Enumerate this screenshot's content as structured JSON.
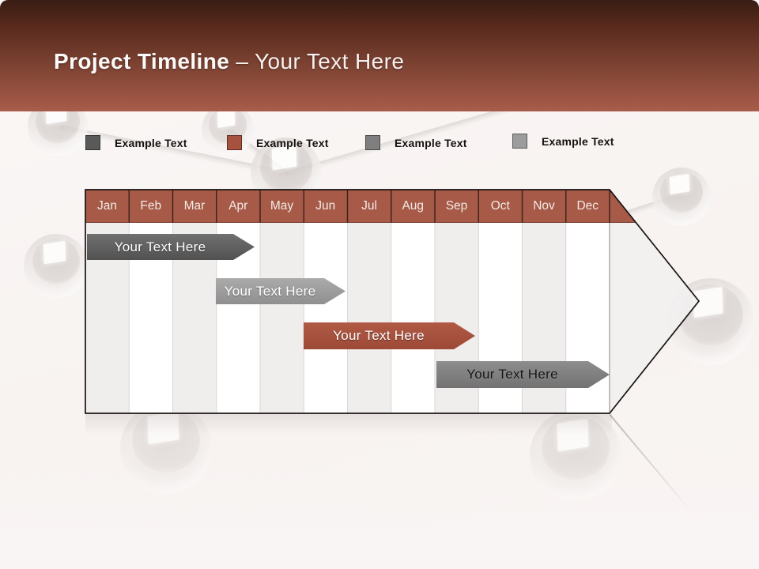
{
  "slide": {
    "title": {
      "bold": "Project Timeline",
      "separator": "–",
      "light": "Your Text Here"
    },
    "header_gradient": [
      "#381c13",
      "#a95c4a"
    ],
    "background_color": "#f8f3f1"
  },
  "legend": {
    "items": [
      {
        "label": "Example Text",
        "color": "#595959"
      },
      {
        "label": "Example Text",
        "color": "#a6523f"
      },
      {
        "label": "Example Text",
        "color": "#7f7f7f"
      },
      {
        "label": "Example Text",
        "color": "#9c9c9c"
      }
    ]
  },
  "chart_data": {
    "type": "bar",
    "subtype": "gantt-timeline-arrow",
    "title": "Project Timeline – Your Text Here",
    "months": [
      "Jan",
      "Feb",
      "Mar",
      "Apr",
      "May",
      "Jun",
      "Jul",
      "Aug",
      "Sep",
      "Oct",
      "Nov",
      "Dec"
    ],
    "header_color": "#a65a47",
    "column_stripe_colors": [
      "#efecec",
      "#ffffff"
    ],
    "arrow_outline_color": "#1a1a1a",
    "bars": [
      {
        "label": "Your Text Here",
        "row": 1,
        "start_month": "Jan",
        "end_month": "Mar",
        "color": "#595959",
        "text_color": "#ffffff"
      },
      {
        "label": "Your Text Here",
        "row": 2,
        "start_month": "Apr",
        "end_month": "Jun",
        "color": "#9c9c9c",
        "text_color": "#ffffff"
      },
      {
        "label": "Your Text Here",
        "row": 3,
        "start_month": "Jun",
        "end_month": "Aug",
        "color": "#a6523f",
        "text_color": "#ffffff"
      },
      {
        "label": "Your Text Here",
        "row": 4,
        "start_month": "Sep",
        "end_month": "Dec",
        "color": "#7f7f7f",
        "text_color": "#161616"
      }
    ],
    "legend_position": "top",
    "grid": "vertical-column-stripes"
  }
}
